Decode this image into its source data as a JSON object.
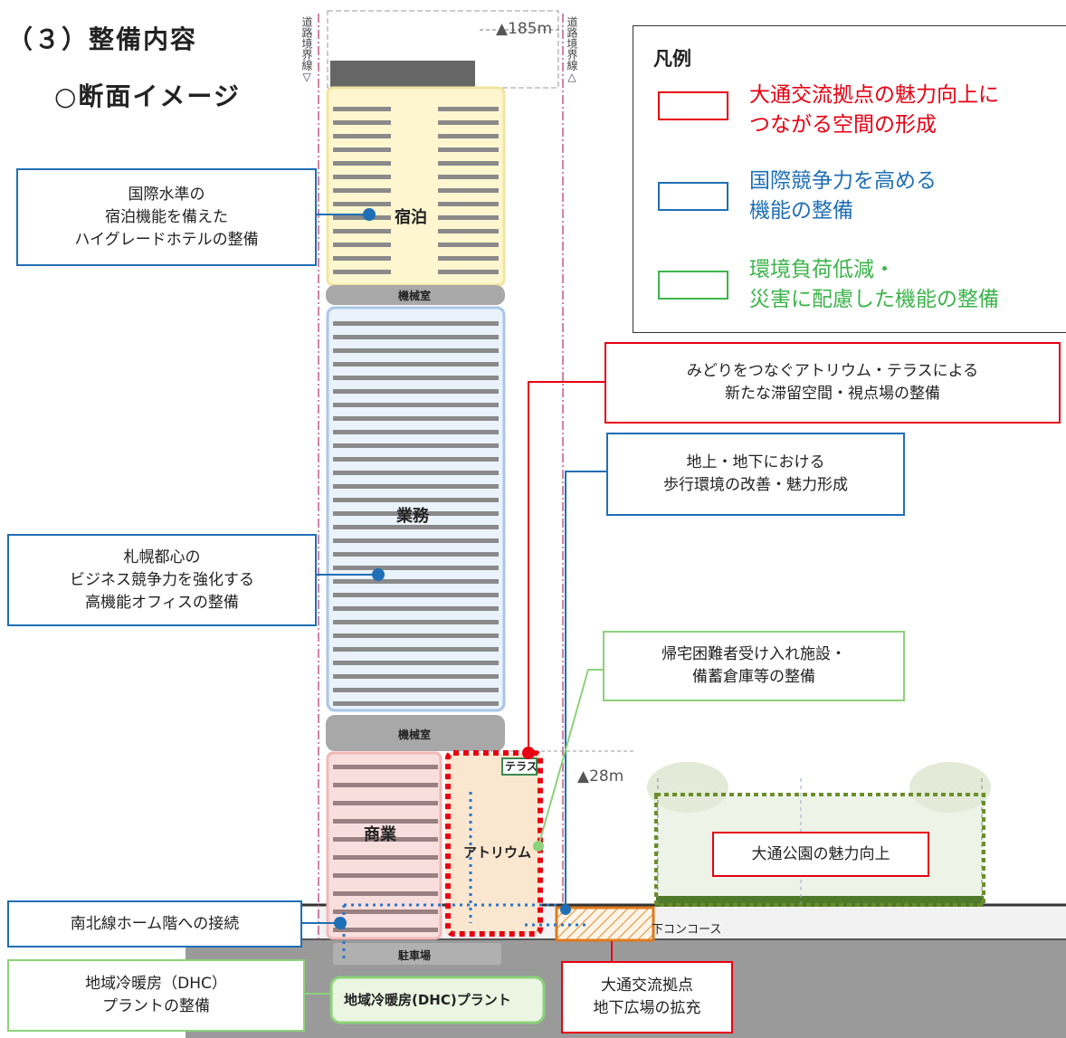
{
  "page": {
    "title": "（３）整備内容",
    "subtitle": "○断面イメージ"
  },
  "diagram": {
    "height_top": "▲185m",
    "height_low": "▲28m",
    "boundary_left": "道路境界線▽",
    "boundary_right": "道路境界線△",
    "zones": {
      "hotel": "宿泊",
      "machine_upper": "機械室",
      "office": "業務",
      "machine_lower": "機械室",
      "commercial": "商業",
      "atrium": "アトリウム",
      "terrace": "テラス",
      "parking": "駐車場",
      "dhc_plant": "地域冷暖房(DHC)プラント",
      "concourse": "下コンコース"
    }
  },
  "legend": {
    "title": "凡例",
    "items": [
      {
        "text": "大通交流拠点の魅力向上に\nつながる空間の形成",
        "color": "#e60012"
      },
      {
        "text": "国際競争力を高める\n機能の整備",
        "color": "#1f6fb5"
      },
      {
        "text": "環境負荷低減・\n災害に配慮した機能の整備",
        "color": "#3cb44b"
      }
    ]
  },
  "callouts": {
    "hotel": "国際水準の\n宿泊機能を備えた\nハイグレードホテルの整備",
    "office": "札幌都心の\nビジネス競争力を強化する\n高機能オフィスの整備",
    "atrium_terrace": "みどりをつなぐアトリウム・テラスによる\n新たな滞留空間・視点場の整備",
    "walking": "地上・地下における\n歩行環境の改善・魅力形成",
    "evacuee": "帰宅困難者受け入れ施設・\n備蓄倉庫等の整備",
    "park": "大通公園の魅力向上",
    "subway": "南北線ホーム階への接続",
    "dhc": "地域冷暖房（DHC）\nプラントの整備",
    "underground_plaza": "大通交流拠点\n地下広場の拡充"
  },
  "colors": {
    "red": "#e60012",
    "blue": "#1f6fb5",
    "green": "#3cb44b",
    "hotel_fill": "#fdf6cf",
    "office_fill": "#eaf2fb",
    "commercial_fill": "#f9dede",
    "ground": "#9a9a9a"
  }
}
